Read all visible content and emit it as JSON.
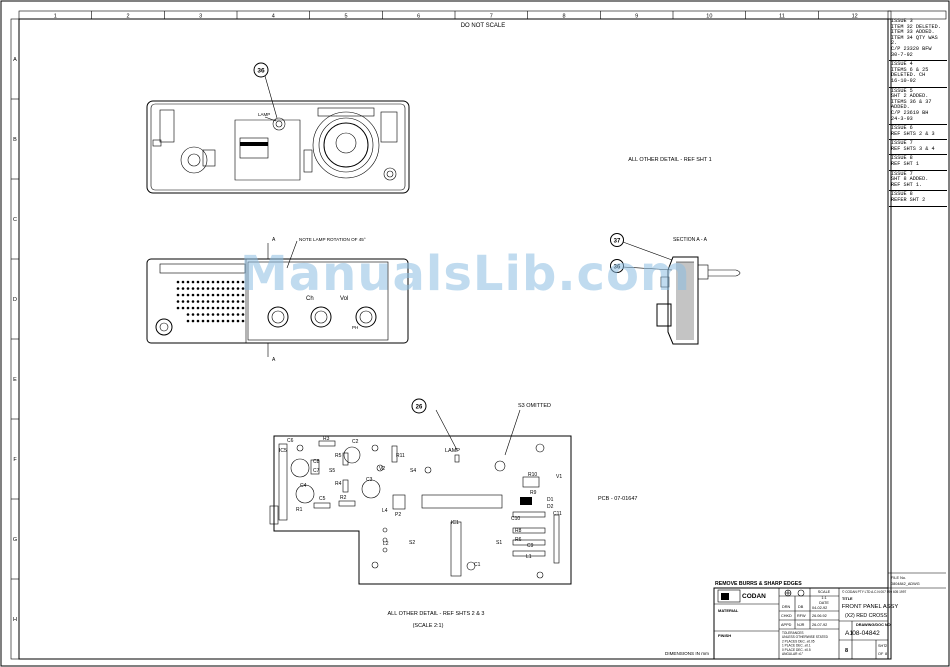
{
  "border": {
    "columns": [
      "1",
      "2",
      "3",
      "4",
      "5",
      "6",
      "7",
      "8",
      "9",
      "10",
      "11",
      "12"
    ],
    "rows": [
      "A",
      "B",
      "C",
      "D",
      "E",
      "F",
      "G",
      "H"
    ]
  },
  "header_note": "DO NOT SCALE",
  "revisions": [
    "ISSUE 3\nITEM 32 DELETED.\nITEM 33 ADDED.\nITEM 34 QTY WAS 2.\nC/P 23320  BFW\n30-7-92",
    "ISSUE 4\nITEMS 6 & 25\nDELETED.  CH\n16-10-92",
    "ISSUE 5\nSHT 2 ADDED.\nITEMS 36 & 37\nADDED.\nC/P 23619  BH\n24-3-93",
    "ISSUE 6\nREF SHTS 2 & 3",
    "ISSUE 7\nREF SHTS 3 & 4",
    "ISSUE 8\nREF SHT 1",
    "ISSUE 7\nSHT 8 ADDED.\nREF SHT 1.",
    "ISSUE 8\nREFER SHT 2"
  ],
  "views": {
    "top": {
      "balloon": "36",
      "lamp_label": "LAMP"
    },
    "front": {
      "note": "NOTE LAMP ROTATION OF 45°",
      "section_mark": "A",
      "knob_labels": [
        "Ch",
        "Vol",
        "PH"
      ]
    },
    "section": {
      "title": "SECTION A - A",
      "balloons": [
        "37",
        "36"
      ]
    },
    "pcb": {
      "balloon": "26",
      "lamp_label": "LAMP",
      "s3_note": "S3 OMITTED",
      "pcb_ref": "PCB - 07-01647",
      "components": [
        "C6",
        "R3",
        "C2",
        "IC5",
        "R5",
        "C8",
        "C7",
        "S5",
        "V2",
        "R11",
        "S4",
        "R4",
        "C3",
        "C4",
        "R10",
        "V1",
        "C5",
        "R2",
        "R9",
        "D1",
        "D2",
        "R1",
        "L4",
        "P2",
        "C10",
        "C11",
        "R8",
        "R6",
        "C9",
        "L1",
        "IC1",
        "S2",
        "S1",
        "C1",
        "L2"
      ]
    }
  },
  "notes": {
    "other_detail_sht1": "ALL OTHER DETAIL - REF SHT 1",
    "other_detail_sht23": "ALL OTHER DETAIL - REF SHTS 2 & 3",
    "scale": "(SCALE 2:1)",
    "dimensions": "DIMENSIONS IN mm",
    "remove_burrs": "REMOVE BURRS & SHARP EDGES"
  },
  "title_block": {
    "company": "CODAN",
    "material_label": "MATERIAL",
    "finish_label": "FINISH",
    "drn_label": "DRN",
    "drn_init": "DB",
    "drn_date": "04-02-92",
    "chkd_label": "CHKD",
    "chkd_init": "RFW",
    "chkd_date": "26.06.92",
    "appd_label": "APPD",
    "appd_init": "NJR",
    "appd_date": "26-07-92",
    "scale_label": "SCALE",
    "scale_value": "1:1",
    "date_label": "DATE",
    "tolerances": [
      "TOLERANCES",
      "UNLESS OTHERWISE STATED",
      "2 PLACES DEC. ±0.05",
      "1 PLACE DEC. ±0.1",
      "0 PLACE DEC. ±0.5",
      "ANGULAR ±1°"
    ],
    "copyright": "© CODAN PTY LTD A.C.N 007 590 605 1997",
    "title_label": "TITLE",
    "title_line1": "FRONT PANEL ASSY",
    "title_line2": "(X2) RED CROSS",
    "drawing_no_label": "DRAWING/DOC NO.",
    "size": "A1",
    "drawing_no": "08-04842",
    "issue": "8",
    "sht_label": "SHT",
    "sht_value": "2",
    "of_label": "OF",
    "of_value": "8",
    "file_label": "FILE No.",
    "file_value": "0804842_ADWG"
  },
  "watermark": "ManualsLib.com"
}
